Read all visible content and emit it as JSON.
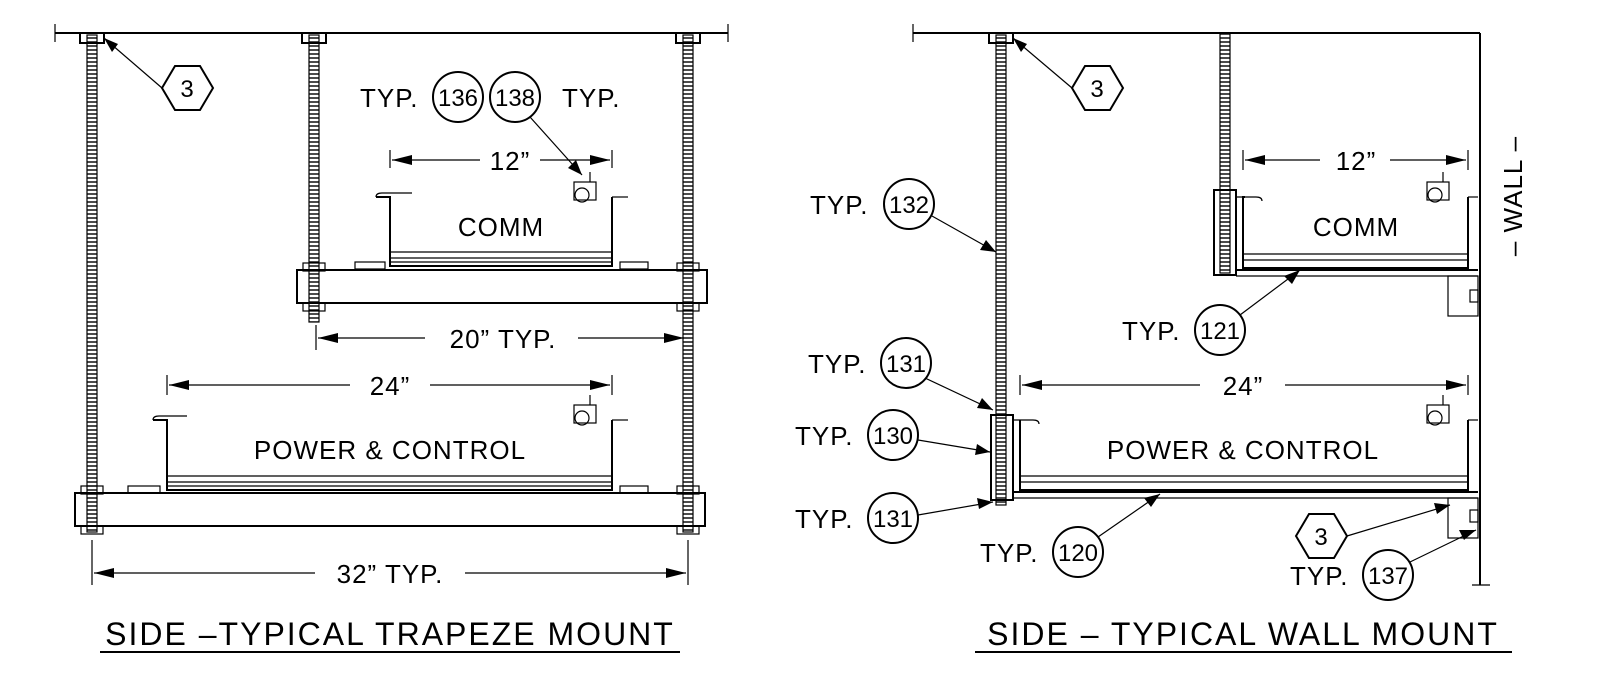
{
  "left_view": {
    "title": "SIDE –TYPICAL TRAPEZE MOUNT",
    "tray_upper": "COMM",
    "tray_lower": "POWER & CONTROL",
    "dim_upper": "12”",
    "dim_lower": "24”",
    "dim_upper_span": "20” TYP.",
    "dim_lower_span": "32” TYP.",
    "typ_left": "TYP.",
    "typ_right": "TYP.",
    "callouts": [
      "3",
      "136",
      "138"
    ]
  },
  "right_view": {
    "title": "SIDE – TYPICAL WALL MOUNT",
    "tray_upper": "COMM",
    "tray_lower": "POWER & CONTROL",
    "dim_upper": "12”",
    "dim_lower": "24”",
    "wall_label": "– WALL –",
    "typ": "TYP.",
    "callouts": [
      "3",
      "132",
      "121",
      "131",
      "130",
      "131",
      "120",
      "3",
      "137"
    ]
  }
}
